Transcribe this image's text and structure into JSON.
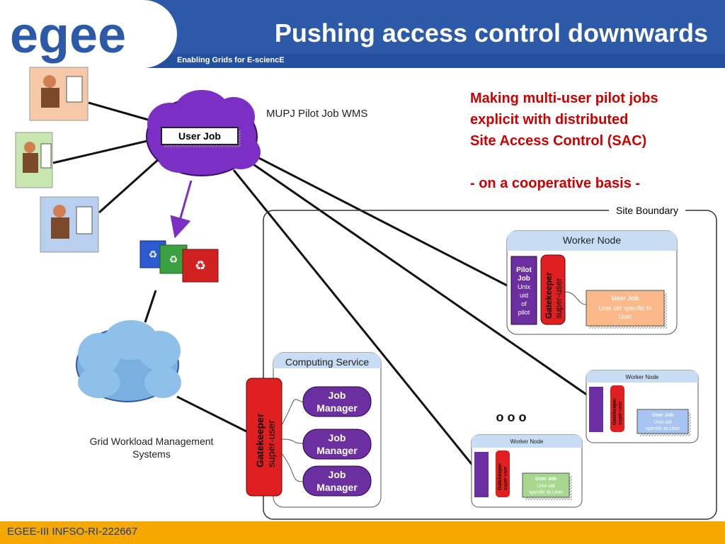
{
  "slide": {
    "title": "Pushing access control downwards",
    "subtitle": "Enabling Grids for E-sciencE",
    "footer": "EGEE-III INFSO-RI-222667"
  },
  "logo": {
    "text": "egee",
    "colors": {
      "e": "#2c5aa8",
      "g": "#f5a800"
    }
  },
  "heading": {
    "lines": [
      "Making multi-user pilot jobs",
      "explicit with distributed",
      "Site Access Control (SAC)",
      "",
      "- on a cooperative basis -"
    ]
  },
  "wms": {
    "label": "MUPJ Pilot Job WMS",
    "user_job": "User Job"
  },
  "grid": {
    "label_line1": "Grid Workload Management",
    "label_line2": "Systems"
  },
  "site": {
    "boundary_label": "Site Boundary"
  },
  "computing_service": {
    "title": "Computing Service",
    "gatekeeper": "Gatekeeper",
    "super_user": "super-user",
    "job_manager_line1": "Job",
    "job_manager_line2": "Manager"
  },
  "worker_node_main": {
    "title": "Worker Node",
    "pilot_lines": [
      "Pilot",
      "Job",
      "Unix",
      "uid",
      "of",
      "pilot"
    ],
    "gatekeeper": "Gatekeeper",
    "super_user": "super-user",
    "user_job_title": "User Job",
    "user_job_lines": [
      "Unix uid specific to",
      "User"
    ]
  },
  "worker_node_small": {
    "title": "Worker Node",
    "gatekeeper": "Gatekeeper",
    "super_user": "super-user",
    "user_job_title": "User Job",
    "user_job_lines": [
      "Unix uid",
      "specific to User"
    ]
  },
  "ellipsis": "o o o",
  "colors": {
    "header": "#2c5aa8",
    "footer": "#f5a800",
    "heading": "#cc0000",
    "purple": "#6b2fa0",
    "red": "#e02020",
    "cloud_purple": "#7b2fc4",
    "cloud_blue": "#7ab0e0"
  }
}
